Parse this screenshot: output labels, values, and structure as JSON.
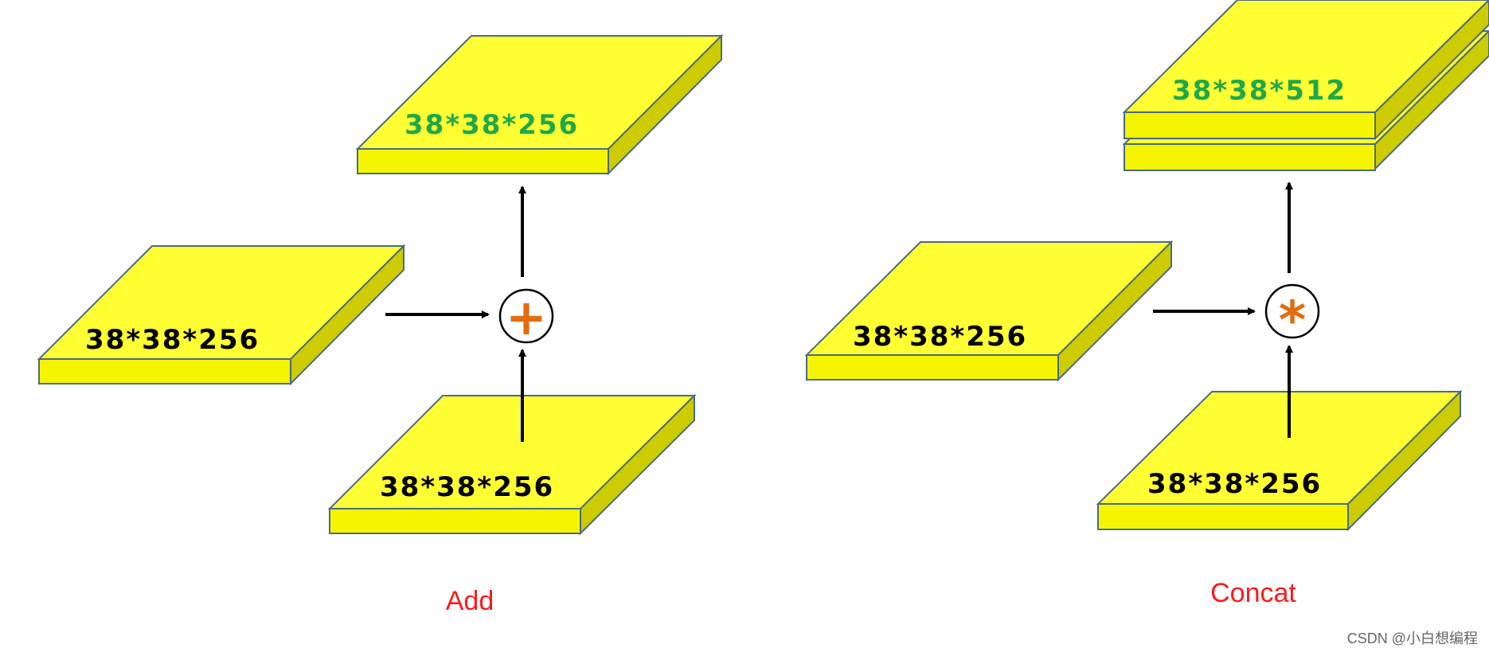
{
  "colors": {
    "slab_top": "#FFFF33",
    "slab_front": "#F5F500",
    "slab_side": "#CCCC00",
    "slab_edge": "#4A6B80",
    "label_input": "#000000",
    "label_output": "#1FA84A",
    "operator": "#E06E10",
    "caption": "#FF1A1A",
    "arrow": "#000000",
    "watermark": "#666666"
  },
  "add": {
    "input_left_label": "38*38*256",
    "input_bottom_label": "38*38*256",
    "output_label": "38*38*256",
    "operator": "+",
    "caption": "Add"
  },
  "concat": {
    "input_left_label": "38*38*256",
    "input_bottom_label": "38*38*256",
    "output_label": "38*38*512",
    "operator": "*",
    "caption": "Concat"
  },
  "watermark": "CSDN @小白想编程"
}
